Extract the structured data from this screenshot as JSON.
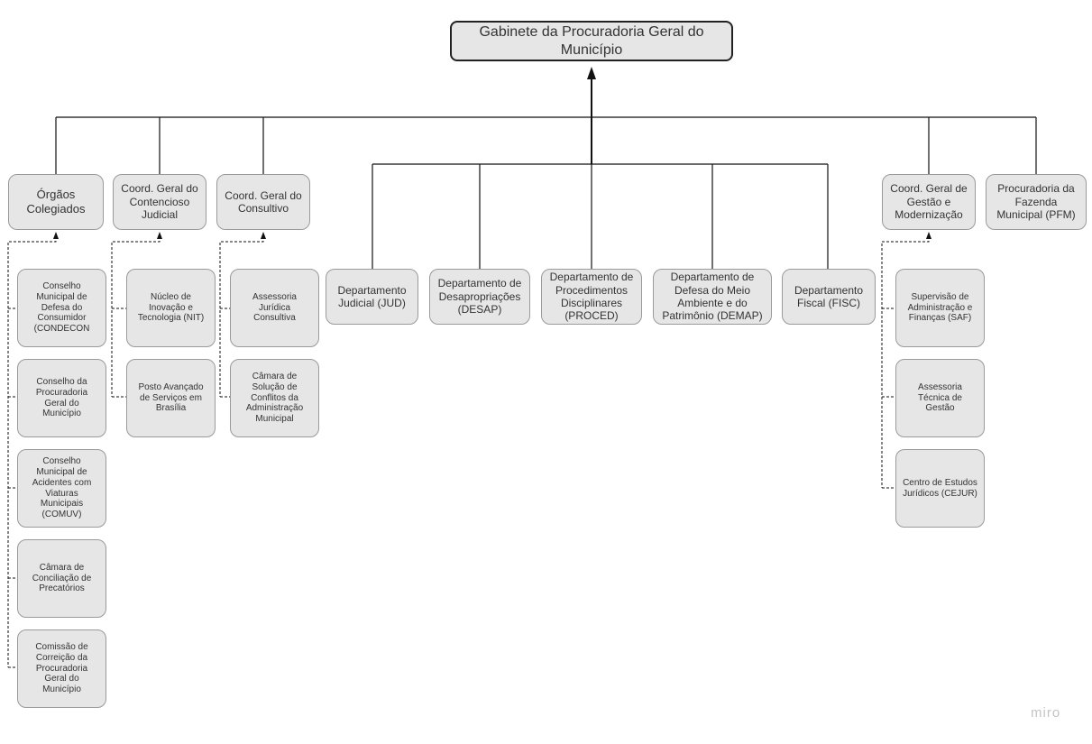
{
  "root": "Gabinete da Procuradoria Geral do\nMunicípio",
  "level1": {
    "orgaos": "Órgãos\nColegiados",
    "contencioso": "Coord. Geral do\nContencioso\nJudicial",
    "consultivo": "Coord. Geral do\nConsultivo",
    "jud": "Departamento\nJudicial (JUD)",
    "desap": "Departamento de\nDesapropriações\n(DESAP)",
    "proced": "Departamento de\nProcedimentos\nDisciplinares\n(PROCED)",
    "demap": "Departamento de\nDefesa do Meio\nAmbiente e do\nPatrimônio (DEMAP)",
    "fisc": "Departamento\nFiscal (FISC)",
    "gestao": "Coord. Geral de\nGestão e\nModernização",
    "pfm": "Procuradoria da\nFazenda\nMunicipal (PFM)"
  },
  "orgaos_children": [
    "Conselho\nMunicipal de\nDefesa do\nConsumidor\n(CONDECON",
    "Conselho da\nProcuradoria\nGeral do\nMunicípio",
    "Conselho\nMunicipal de\nAcidentes com\nViaturas\nMunicipais\n(COMUV)",
    "Câmara de\nConciliação de\nPrecatórios",
    "Comissão de\nCorreição da\nProcuradoria\nGeral do\nMunicípio"
  ],
  "contencioso_children": [
    "Núcleo de\nInovação e\nTecnologia (NIT)",
    "Posto Avançado\nde Serviços em\nBrasília"
  ],
  "consultivo_children": [
    "Assessoria\nJurídica\nConsultiva",
    "Câmara de\nSolução de\nConflitos da\nAdministração\nMunicipal"
  ],
  "gestao_children": [
    "Supervisão de\nAdministração e\nFinanças (SAF)",
    "Assessoria\nTécnica de\nGestão",
    "Centro de Estudos\nJurídicos (CEJUR)"
  ],
  "watermark": "miro"
}
